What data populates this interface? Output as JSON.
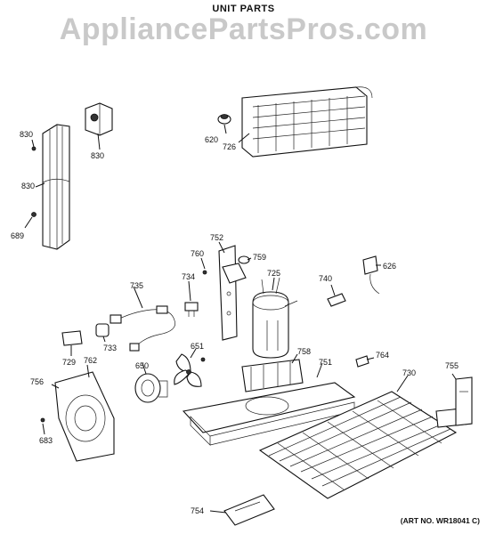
{
  "title": "UNIT PARTS",
  "watermark": "AppliancePartsPros.com",
  "art_no": "(ART NO. WR18041 C)",
  "labels": [
    {
      "id": "l830a",
      "text": "830"
    },
    {
      "id": "l830b",
      "text": "830"
    },
    {
      "id": "l830c",
      "text": "830"
    },
    {
      "id": "l689",
      "text": "689"
    },
    {
      "id": "l620",
      "text": "620"
    },
    {
      "id": "l726",
      "text": "726"
    },
    {
      "id": "l752",
      "text": "752"
    },
    {
      "id": "l759",
      "text": "759"
    },
    {
      "id": "l760",
      "text": "760"
    },
    {
      "id": "l725",
      "text": "725"
    },
    {
      "id": "l740",
      "text": "740"
    },
    {
      "id": "l626",
      "text": "626"
    },
    {
      "id": "l735",
      "text": "735"
    },
    {
      "id": "l734",
      "text": "734"
    },
    {
      "id": "l733",
      "text": "733"
    },
    {
      "id": "l729",
      "text": "729"
    },
    {
      "id": "l762",
      "text": "762"
    },
    {
      "id": "l651",
      "text": "651"
    },
    {
      "id": "l650",
      "text": "650"
    },
    {
      "id": "l758",
      "text": "758"
    },
    {
      "id": "l751",
      "text": "751"
    },
    {
      "id": "l764",
      "text": "764"
    },
    {
      "id": "l730",
      "text": "730"
    },
    {
      "id": "l755",
      "text": "755"
    },
    {
      "id": "l756",
      "text": "756"
    },
    {
      "id": "l683",
      "text": "683"
    },
    {
      "id": "l754",
      "text": "754"
    }
  ]
}
